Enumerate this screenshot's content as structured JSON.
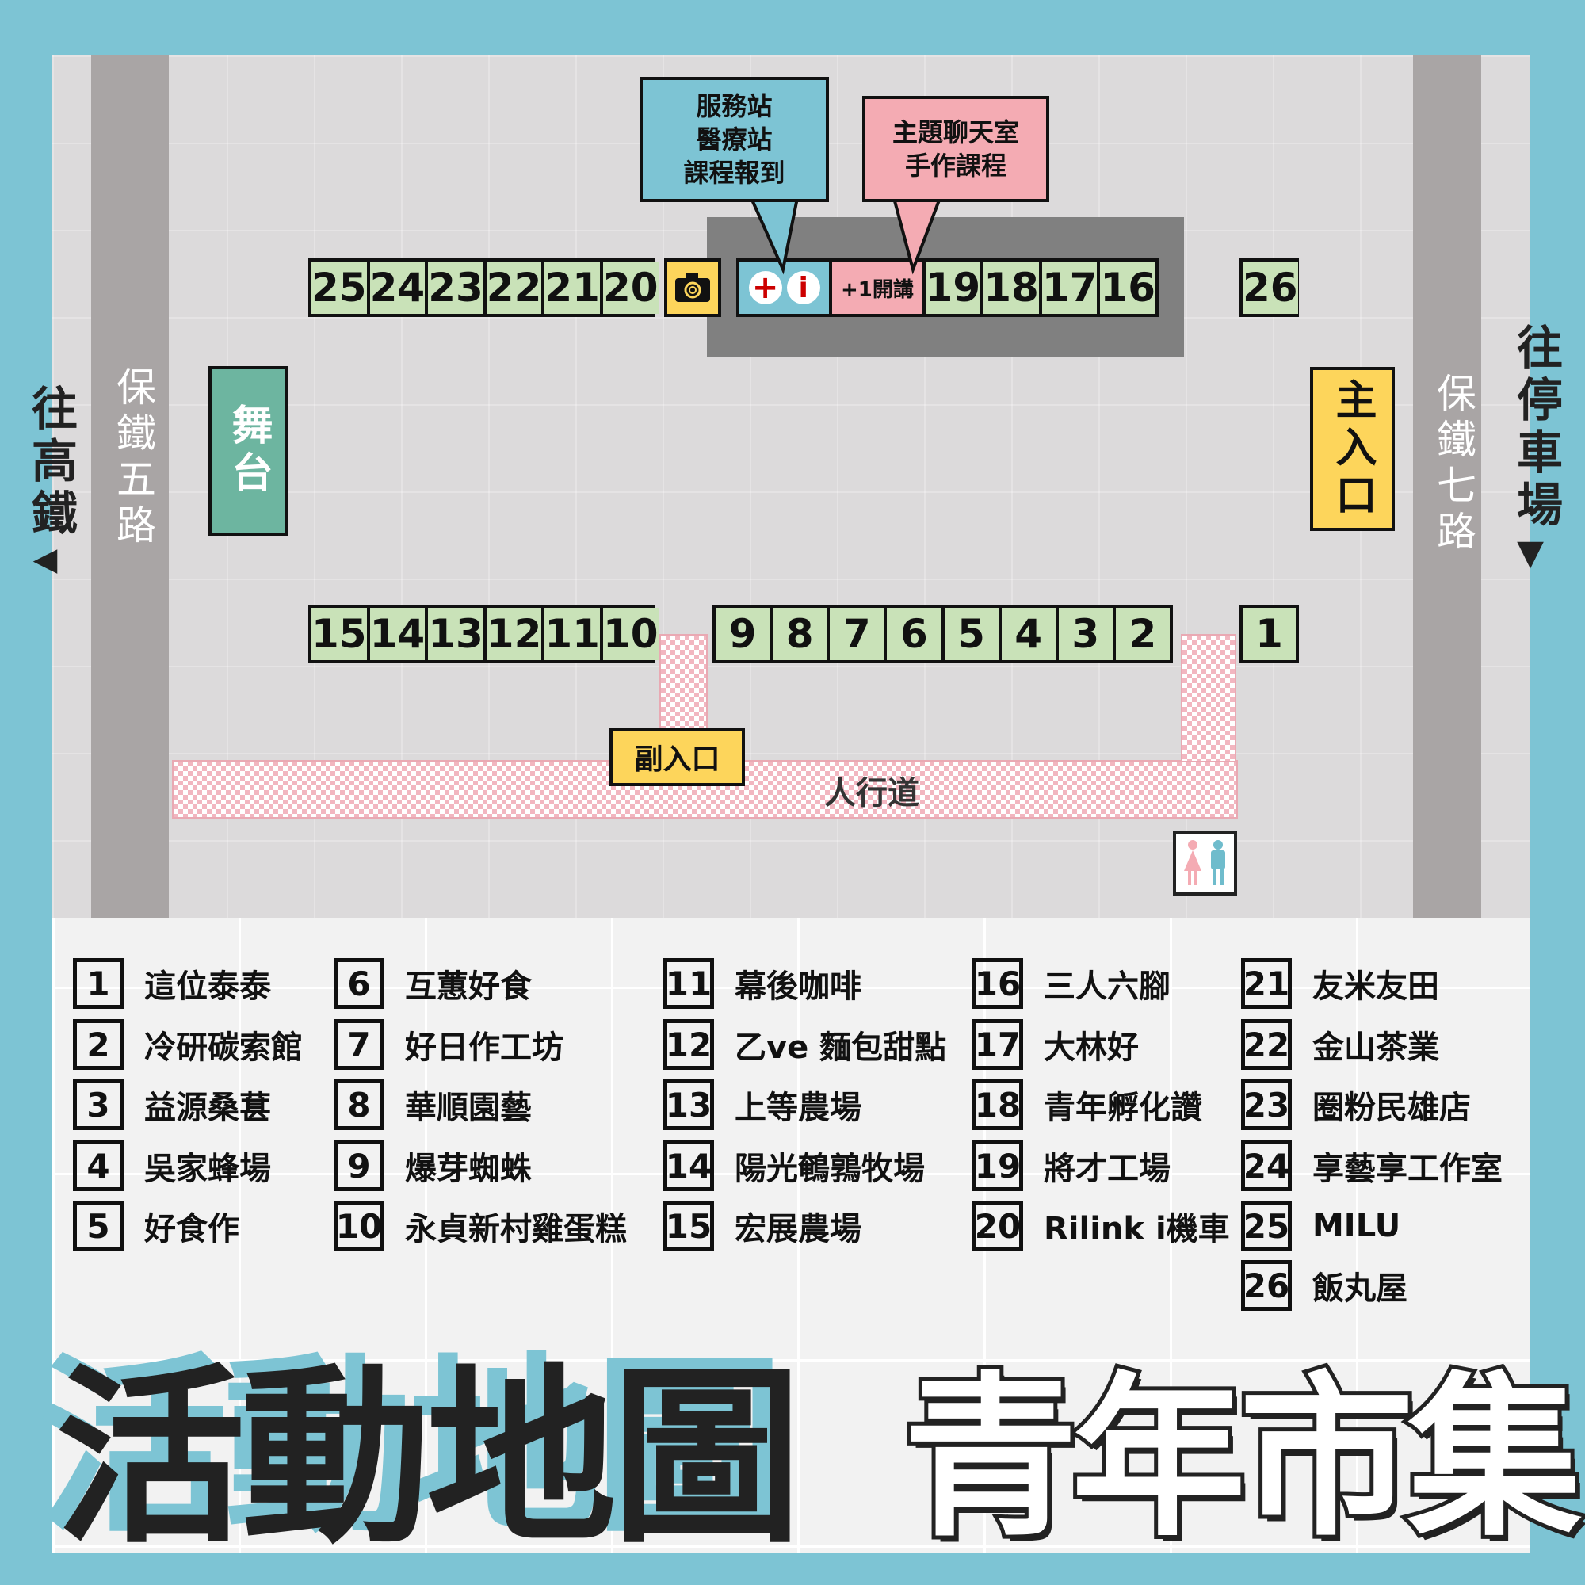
{
  "roads": {
    "left": "保鐵五路",
    "right": "保鐵七路"
  },
  "directions": {
    "left": "往高鐵",
    "left_arrow": "◀",
    "right": "往停車場",
    "right_arrow": "▼"
  },
  "stage": "舞台",
  "main_entrance": "主入口",
  "side_entrance": "副入口",
  "walkway": "人行道",
  "callouts": {
    "service": "服務站\n醫療站\n課程報到",
    "topic": "主題聊天室\n手作課程"
  },
  "service_icons": {
    "medical": "+",
    "info": "i"
  },
  "talk_booth": "+1開講",
  "top_row_left": [
    "25",
    "24",
    "23",
    "22",
    "21",
    "20"
  ],
  "top_row_right": [
    "19",
    "18",
    "17",
    "16"
  ],
  "stall_26": "26",
  "bottom_row_left": [
    "15",
    "14",
    "13",
    "12",
    "11",
    "10"
  ],
  "bottom_row_mid": [
    "9",
    "8",
    "7",
    "6",
    "5",
    "4",
    "3",
    "2"
  ],
  "stall_1": "1",
  "legend": [
    [
      {
        "n": "1",
        "name": "這位泰泰"
      },
      {
        "n": "2",
        "name": "冷研碳索館"
      },
      {
        "n": "3",
        "name": "益源桑葚"
      },
      {
        "n": "4",
        "name": "吳家蜂場"
      },
      {
        "n": "5",
        "name": "好食作"
      }
    ],
    [
      {
        "n": "6",
        "name": "互蕙好食"
      },
      {
        "n": "7",
        "name": "好日作工坊"
      },
      {
        "n": "8",
        "name": "華順園藝"
      },
      {
        "n": "9",
        "name": "爆芽蜘蛛"
      },
      {
        "n": "10",
        "name": "永貞新村雞蛋糕"
      }
    ],
    [
      {
        "n": "11",
        "name": "幕後咖啡"
      },
      {
        "n": "12",
        "name": "乙ve 麵包甜點"
      },
      {
        "n": "13",
        "name": "上等農場"
      },
      {
        "n": "14",
        "name": "陽光鵪鶉牧場"
      },
      {
        "n": "15",
        "name": "宏展農場"
      }
    ],
    [
      {
        "n": "16",
        "name": "三人六腳"
      },
      {
        "n": "17",
        "name": "大林好"
      },
      {
        "n": "18",
        "name": "青年孵化讚"
      },
      {
        "n": "19",
        "name": "將才工場"
      },
      {
        "n": "20",
        "name": "Rilink i機車"
      }
    ],
    [
      {
        "n": "21",
        "name": "友米友田"
      },
      {
        "n": "22",
        "name": "金山茶業"
      },
      {
        "n": "23",
        "name": "圈粉民雄店"
      },
      {
        "n": "24",
        "name": "享藝享工作室"
      },
      {
        "n": "25",
        "name": "MILU"
      },
      {
        "n": "26",
        "name": "飯丸屋"
      }
    ]
  ],
  "title": {
    "left": "活動地圖",
    "right": "青年市集"
  },
  "colors": {
    "frame": "#7dc4d4",
    "stall": "#c9e2b8",
    "pink": "#f4abb3",
    "yellow": "#fdd55b",
    "stage": "#6db5a0",
    "road": "#a9a5a5"
  }
}
